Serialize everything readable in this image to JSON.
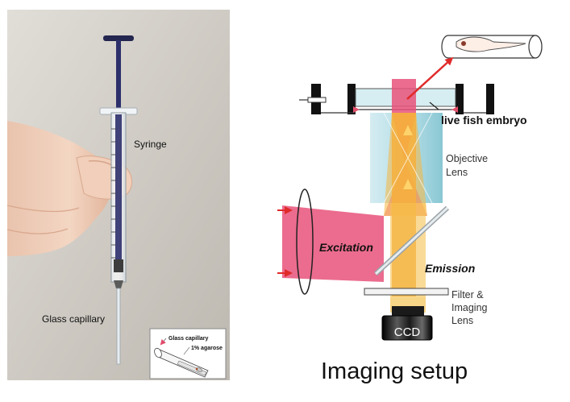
{
  "photo": {
    "syringe_label": "Syringe",
    "capillary_label": "Glass capillary",
    "inset": {
      "capillary_label": "Glass capillary",
      "agarose_label": "1% agarose"
    }
  },
  "setup": {
    "embryo_label": "live fish embryo",
    "objective_label_line1": "Objective",
    "objective_label_line2": "Lens",
    "excitation_label": "Excitation",
    "emission_label": "Emission",
    "filter_label_line1": "Filter &",
    "filter_label_line2": "Imaging",
    "filter_label_line3": "Lens",
    "ccd_label": "CCD",
    "title": "Imaging setup"
  },
  "colors": {
    "photo_background": "#cfcbc4",
    "syringe_plunger": "#2c2f6b",
    "excitation_beam": "#e8527a",
    "emission_beam": "#f4b23a",
    "objective_lens": "#9fd3dc",
    "arrow": "#e02a2a"
  }
}
